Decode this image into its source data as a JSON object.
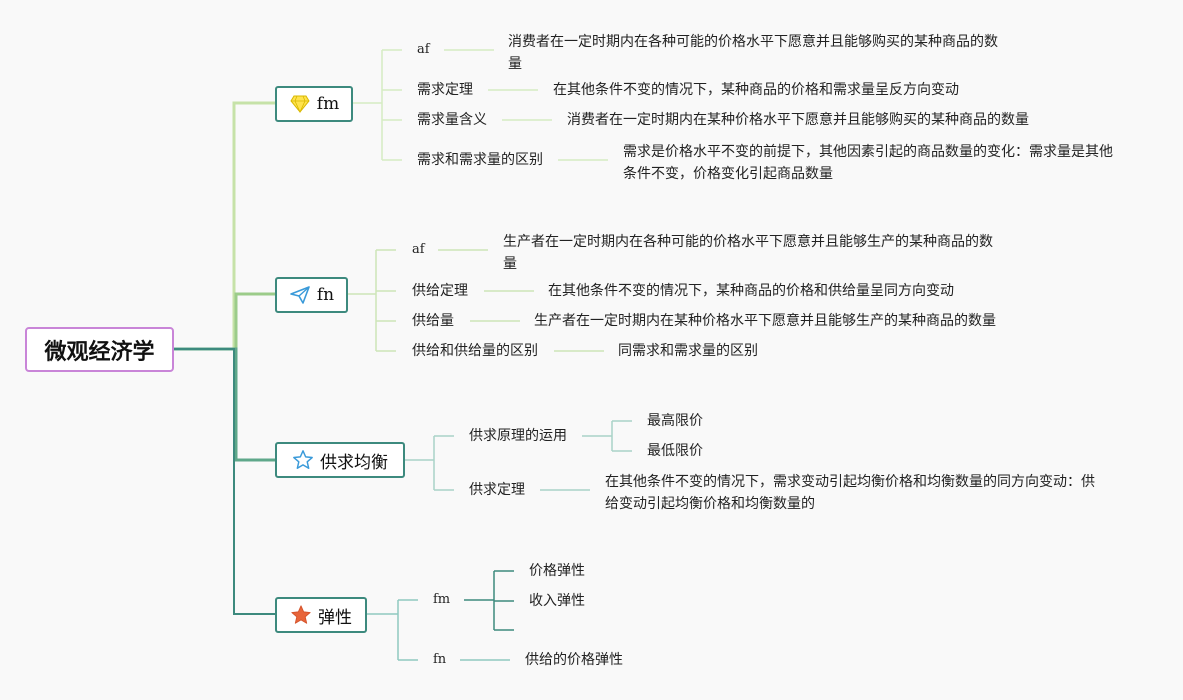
{
  "root": "微观经济学",
  "colors": {
    "root_border": "#c985d8",
    "topic_border": "#3d8a7e",
    "line_light": "#c6e2a8",
    "line_mid": "#9ccc8a",
    "line_dark": "#3d8a7e",
    "line_teal": "#8fc9c0"
  },
  "topics": [
    {
      "label": "fm",
      "icon": "gem-icon",
      "children": [
        {
          "label": "af",
          "desc": "消费者在一定时期内在各种可能的价格水平下愿意并且能够购买的某种商品的数量"
        },
        {
          "label": "需求定理",
          "desc": "在其他条件不变的情况下，某种商品的价格和需求量呈反方向变动"
        },
        {
          "label": "需求量含义",
          "desc": "消费者在一定时期内在某种价格水平下愿意并且能够购买的某种商品的数量"
        },
        {
          "label": "需求和需求量的区别",
          "desc": "需求是价格水平不变的前提下，其他因素引起的商品数量的变化：需求量是其他条件不变，价格变化引起商品数量"
        }
      ]
    },
    {
      "label": "fn",
      "icon": "paper-plane-icon",
      "children": [
        {
          "label": "af",
          "desc": "生产者在一定时期内在各种可能的价格水平下愿意并且能够生产的某种商品的数量"
        },
        {
          "label": "供给定理",
          "desc": "在其他条件不变的情况下，某种商品的价格和供给量呈同方向变动"
        },
        {
          "label": "供给量",
          "desc": "生产者在一定时期内在某种价格水平下愿意并且能够生产的某种商品的数量"
        },
        {
          "label": "供给和供给量的区别",
          "desc": "同需求和需求量的区别"
        }
      ]
    },
    {
      "label": "供求均衡",
      "icon": "star-outline-icon",
      "children": [
        {
          "label": "供求原理的运用",
          "subs": [
            "最高限价",
            "最低限价"
          ]
        },
        {
          "label": "供求定理",
          "desc": "在其他条件不变的情况下，需求变动引起均衡价格和均衡数量的同方向变动：供给变动引起均衡价格和均衡数量的"
        }
      ]
    },
    {
      "label": "弹性",
      "icon": "star-filled-icon",
      "children": [
        {
          "label": "fm",
          "subs": [
            "价格弹性",
            "收入弹性",
            ""
          ]
        },
        {
          "label": "fn",
          "desc": "供给的价格弹性"
        }
      ]
    }
  ]
}
